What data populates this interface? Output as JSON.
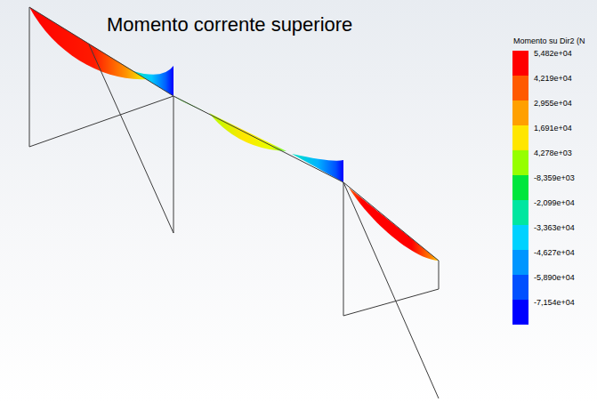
{
  "diagram": {
    "title": "Momento corrente superiore",
    "labels": [
      "Momento su Dir2 (N"
    ],
    "legend": [
      {
        "text": "5,482e+04",
        "color": "#ff0000"
      },
      {
        "text": "4,219e+04",
        "color": "#ff5a00"
      },
      {
        "text": "2,955e+04",
        "color": "#ffa000"
      },
      {
        "text": "1,691e+04",
        "color": "#ffe600"
      },
      {
        "text": "4,278e+03",
        "color": "#96ff00"
      },
      {
        "text": "-8,359e+03",
        "color": "#00e63c"
      },
      {
        "text": "-2,099e+04",
        "color": "#00e6a0"
      },
      {
        "text": "-3,363e+04",
        "color": "#00d2ff"
      },
      {
        "text": "-4,627e+04",
        "color": "#0096ff"
      },
      {
        "text": "-5,890e+04",
        "color": "#0050ff"
      },
      {
        "text": "-7,154e+04",
        "color": "#0000ff"
      }
    ]
  }
}
